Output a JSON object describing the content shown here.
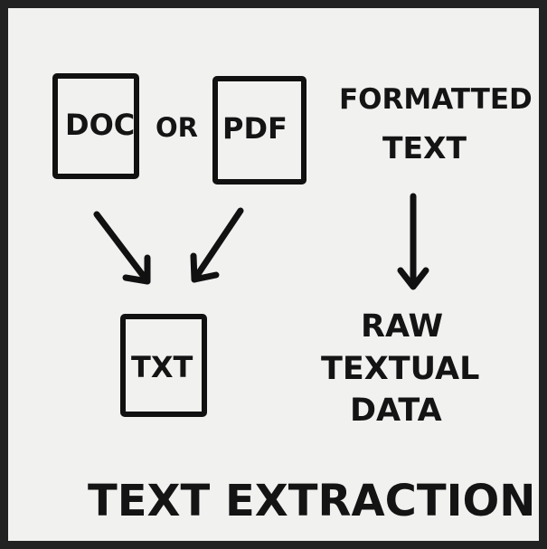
{
  "diagram": {
    "title": "TEXT EXTRACTION",
    "nodes": {
      "doc": "DOC",
      "or": "OR",
      "pdf": "PDF",
      "txt": "TXT",
      "formatted_line1": "FORMATTED",
      "formatted_line2": "TEXT",
      "raw_line1": "RAW",
      "raw_line2": "TEXTUAL",
      "raw_line3": "DATA"
    }
  }
}
